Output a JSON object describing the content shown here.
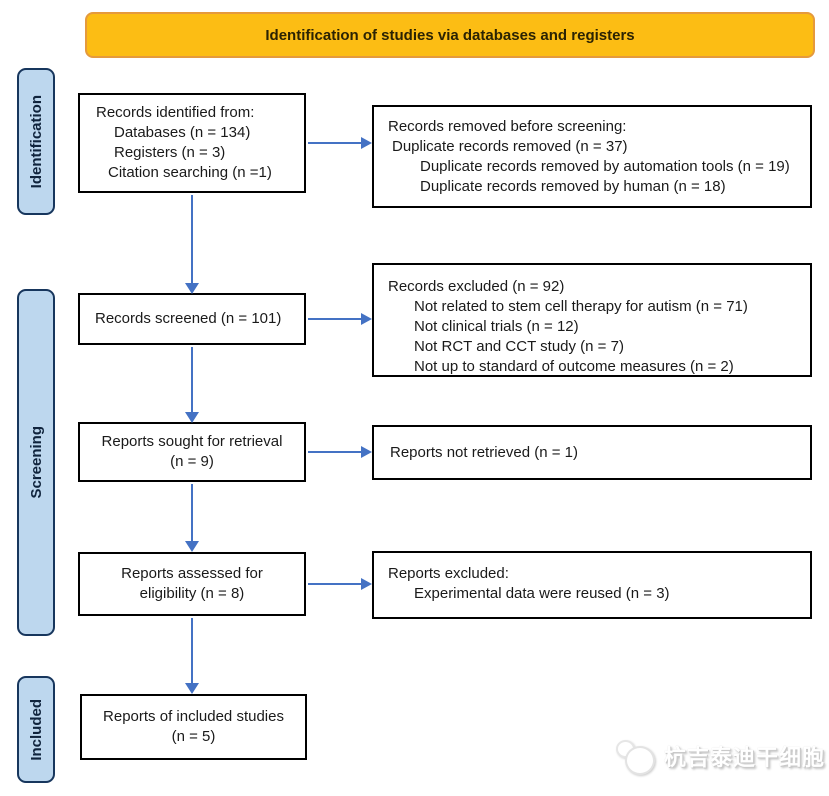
{
  "header": {
    "title": "Identification of studies via databases and registers"
  },
  "stages": {
    "identification": "Identification",
    "screening": "Screening",
    "included": "Included"
  },
  "boxes": {
    "records_identified": {
      "title": "Records identified from:",
      "items": [
        "Databases (n = 134)",
        "Registers (n = 3)",
        "Citation searching (n =1)"
      ]
    },
    "records_removed": {
      "title": "Records removed before screening:",
      "items": [
        "Duplicate records removed (n = 37)",
        "Duplicate records removed by automation tools (n = 19)",
        "Duplicate records removed by human (n = 18)"
      ]
    },
    "records_screened": {
      "title": "Records screened (n = 101)"
    },
    "records_excluded": {
      "title": "Records excluded (n = 92)",
      "items": [
        "Not related to stem cell therapy for autism (n = 71)",
        "Not clinical trials (n = 12)",
        "Not RCT and CCT study (n = 7)",
        "Not up to standard of outcome measures (n = 2)"
      ]
    },
    "reports_sought": {
      "line1": "Reports sought for retrieval",
      "line2": "(n = 9)"
    },
    "reports_not_retrieved": {
      "title": "Reports not retrieved (n = 1)"
    },
    "reports_assessed": {
      "line1": "Reports assessed for",
      "line2": "eligibility (n = 8)"
    },
    "reports_excluded": {
      "title": "Reports excluded:",
      "items": [
        "Experimental data were reused (n = 3)"
      ]
    },
    "reports_included": {
      "line1": "Reports of included studies",
      "line2": "(n = 5)"
    }
  },
  "watermark": {
    "text": "杭吉泰迪干细胞"
  },
  "colors": {
    "banner_fill": "#FCBD14",
    "banner_border": "#E59A3C",
    "stage_fill": "#BDD7EE",
    "stage_border": "#17365D",
    "box_border": "#000000",
    "arrow": "#4472C4"
  }
}
